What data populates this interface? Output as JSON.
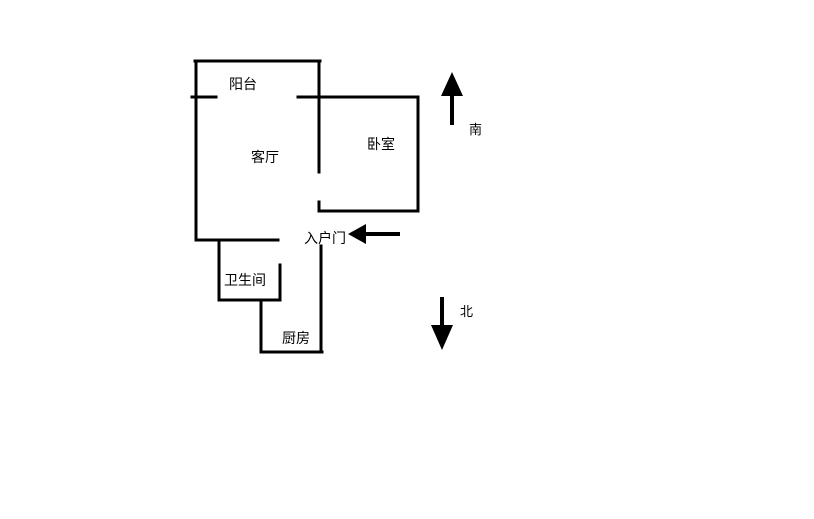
{
  "rooms": {
    "balcony": "阳台",
    "living_room": "客厅",
    "bedroom": "卧室",
    "entrance": "入户门",
    "bathroom": "卫生间",
    "kitchen": "厨房"
  },
  "compass": {
    "south": "南",
    "north": "北"
  },
  "colors": {
    "wall": "#000000",
    "background": "#ffffff"
  }
}
